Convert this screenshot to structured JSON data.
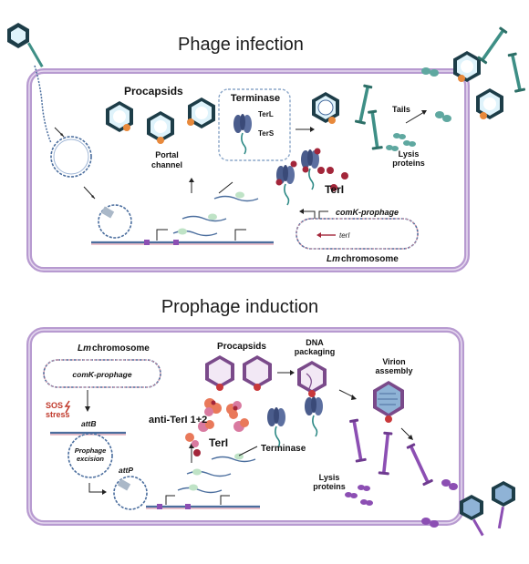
{
  "panel_top": {
    "title": "Phage infection",
    "labels": {
      "procapsids": "Procapsids",
      "portal_channel_1": "Portal",
      "portal_channel_2": "channel",
      "terminase": "Terminase",
      "terl": "TerL",
      "ters": "TerS",
      "tails": "Tails",
      "lysis_1": "Lysis",
      "lysis_2": "proteins",
      "teri": "TerI",
      "comk_prophage": "comK-prophage",
      "teri_gene": "terI",
      "chromosome_species": "Lm",
      "chromosome_word": "chromosome"
    }
  },
  "panel_bottom": {
    "title": "Prophage induction",
    "labels": {
      "chromosome_species": "Lm",
      "chromosome_word": "chromosome",
      "comk_prophage": "comK-prophage",
      "sos_1": "SOS",
      "sos_2": "stress",
      "attb": "attB",
      "excision_1": "Prophage",
      "excision_2": "excision",
      "attp": "attP",
      "procapsids": "Procapsids",
      "dna_1": "DNA",
      "dna_2": "packaging",
      "virion_1": "Virion",
      "virion_2": "assembly",
      "anti_teri": "anti-TerI 1+2",
      "teri": "TerI",
      "terminase": "Terminase",
      "lysis_1": "Lysis",
      "lysis_2": "proteins"
    }
  },
  "colors": {
    "membrane": "#b79ad0",
    "membrane_inner": "#e6d9ef",
    "capsid_top": "#1d3d48",
    "capsid_top_fill": "#dff3fb",
    "portal_top": "#e8893b",
    "tail_top": "#3e8f86",
    "capsid_bottom": "#7a4a8a",
    "capsid_bottom_fill": "#f2e8f5",
    "portal_bottom": "#c9383a",
    "tail_bottom": "#8c4fb3",
    "terminase_blue": "#4a5c8c",
    "teri_red": "#a3263a",
    "dna_blue": "#4b6e9e",
    "dna_pink": "#d98a9c",
    "anti_teri_1": "#e9795a",
    "anti_teri_2": "#d97aa0"
  }
}
